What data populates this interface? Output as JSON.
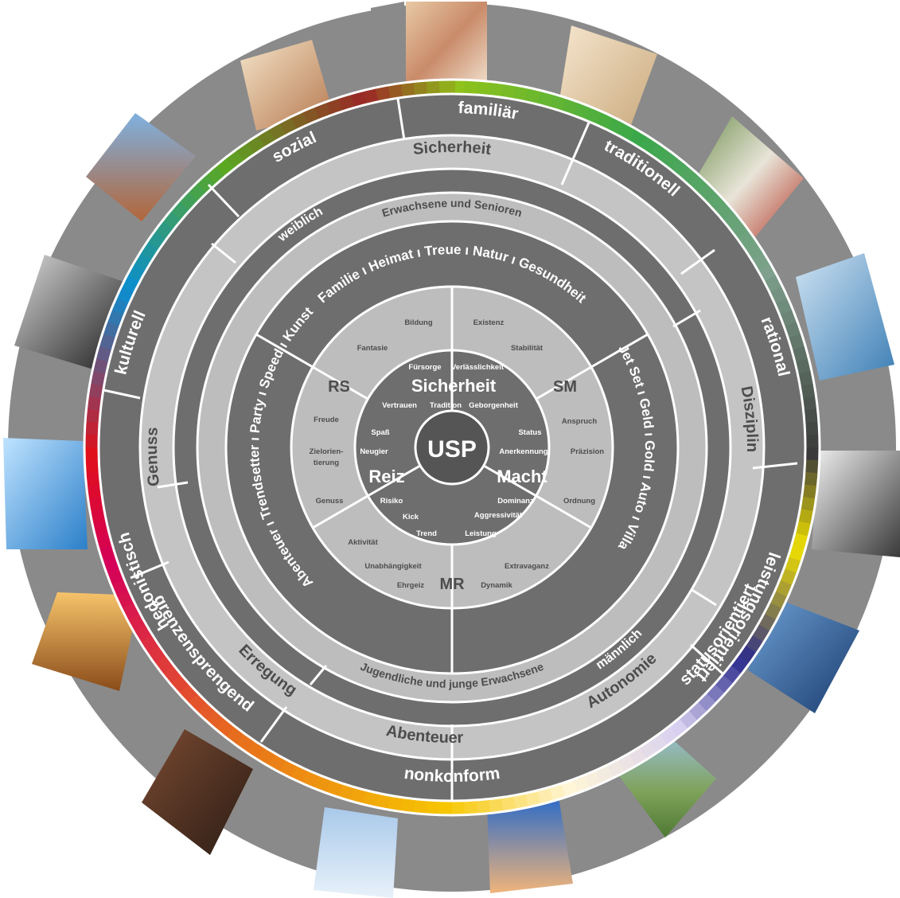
{
  "center": {
    "label": "USP"
  },
  "core": {
    "sicherheit": {
      "title": "Sicherheit",
      "words": [
        "Fürsorge",
        "Verlässlichkeit",
        "Vertrauen",
        "Tradition",
        "Geborgenheit"
      ]
    },
    "macht": {
      "title": "Macht",
      "words": [
        "Status",
        "Anerkennung",
        "Dominanz",
        "Aggressivität",
        "Leistung"
      ]
    },
    "reiz": {
      "title": "Reiz",
      "words": [
        "Spaß",
        "Neugier",
        "Risiko",
        "Kick",
        "Trend"
      ]
    }
  },
  "mixed_zone": {
    "codes": [
      "SM",
      "MR",
      "RS"
    ],
    "sm_words": [
      "Existenz",
      "Stabilität",
      "Anspruch",
      "Präzision",
      "Ordnung"
    ],
    "mr_words": [
      "Extravaganz",
      "Dynamik",
      "Ehrgeiz",
      "Unabhängigkeit",
      "Aktivität"
    ],
    "rs_words": [
      "Genuss",
      "Zielorien-",
      "tierung",
      "Freude",
      "Fantasie",
      "Bildung"
    ]
  },
  "themes": {
    "top": "Familie  ı  Heimat  ı  Treue  ı  Natur  ı  Gesundheit",
    "right": "Jet Set  ı  Geld  ı  Gold  ı  Auto  ı  Villa",
    "bottom": "Abenteuer  ı  Trendsetter  ı  Party  ı  Speed  ı  Kunst"
  },
  "age_ring": {
    "top": "Erwachsene und Senioren",
    "bottom": "Jugendliche und junge Erwachsene"
  },
  "gender_ring": {
    "female": "weiblich",
    "male": "männlich"
  },
  "motive_ring": [
    "Sicherheit",
    "Disziplin",
    "Autonomie",
    "Abenteuer",
    "Erregung",
    "Genuss"
  ],
  "orientation_ring": [
    "familiär",
    "traditionell",
    "rational",
    "leistungsorientiert",
    "statusorientiert",
    "nonkonform",
    "grenzensprengend",
    "hedonistisch",
    "kulturell",
    "sozial"
  ],
  "photos": [
    "family-mother-daughter",
    "smiling-woman",
    "man-with-apple",
    "office-meeting",
    "businessman",
    "airplane",
    "golfer",
    "palm-tree",
    "building",
    "party-crowd",
    "cyclist-sunset",
    "ice-cubes",
    "sculpture",
    "city-rooftops",
    "couple-in-bed"
  ],
  "colors": {
    "outer": "#8a8a8a",
    "ring_dark": "#6e6e6e",
    "ring_light": "#c4c4c4",
    "inner_light": "#bdbdbd",
    "center": "#555555"
  }
}
